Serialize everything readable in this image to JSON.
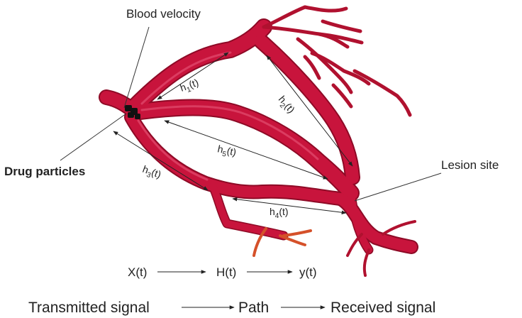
{
  "labels": {
    "blood_velocity": "Blood velocity",
    "drug_particles": "Drug particles",
    "lesion_site": "Lesion site"
  },
  "channels": [
    {
      "base": "h",
      "sub": "1",
      "arg": "(t)"
    },
    {
      "base": "h",
      "sub": "2",
      "arg": "(t)"
    },
    {
      "base": "h",
      "sub": "3",
      "arg": "(t)"
    },
    {
      "base": "h",
      "sub": "4",
      "arg": "(t)"
    },
    {
      "base": "h",
      "sub": "5",
      "arg": "(t)"
    }
  ],
  "equation": {
    "input": "X(t)",
    "channel": "H(t)",
    "output": "y(t)"
  },
  "caption": {
    "transmitted": "Transmitted signal",
    "path": "Path",
    "received": "Received signal"
  },
  "colors": {
    "vessel": "#c8143c",
    "vessel_dark": "#8e0a26",
    "vessel_light": "#e34d70",
    "particle": "#111111"
  }
}
